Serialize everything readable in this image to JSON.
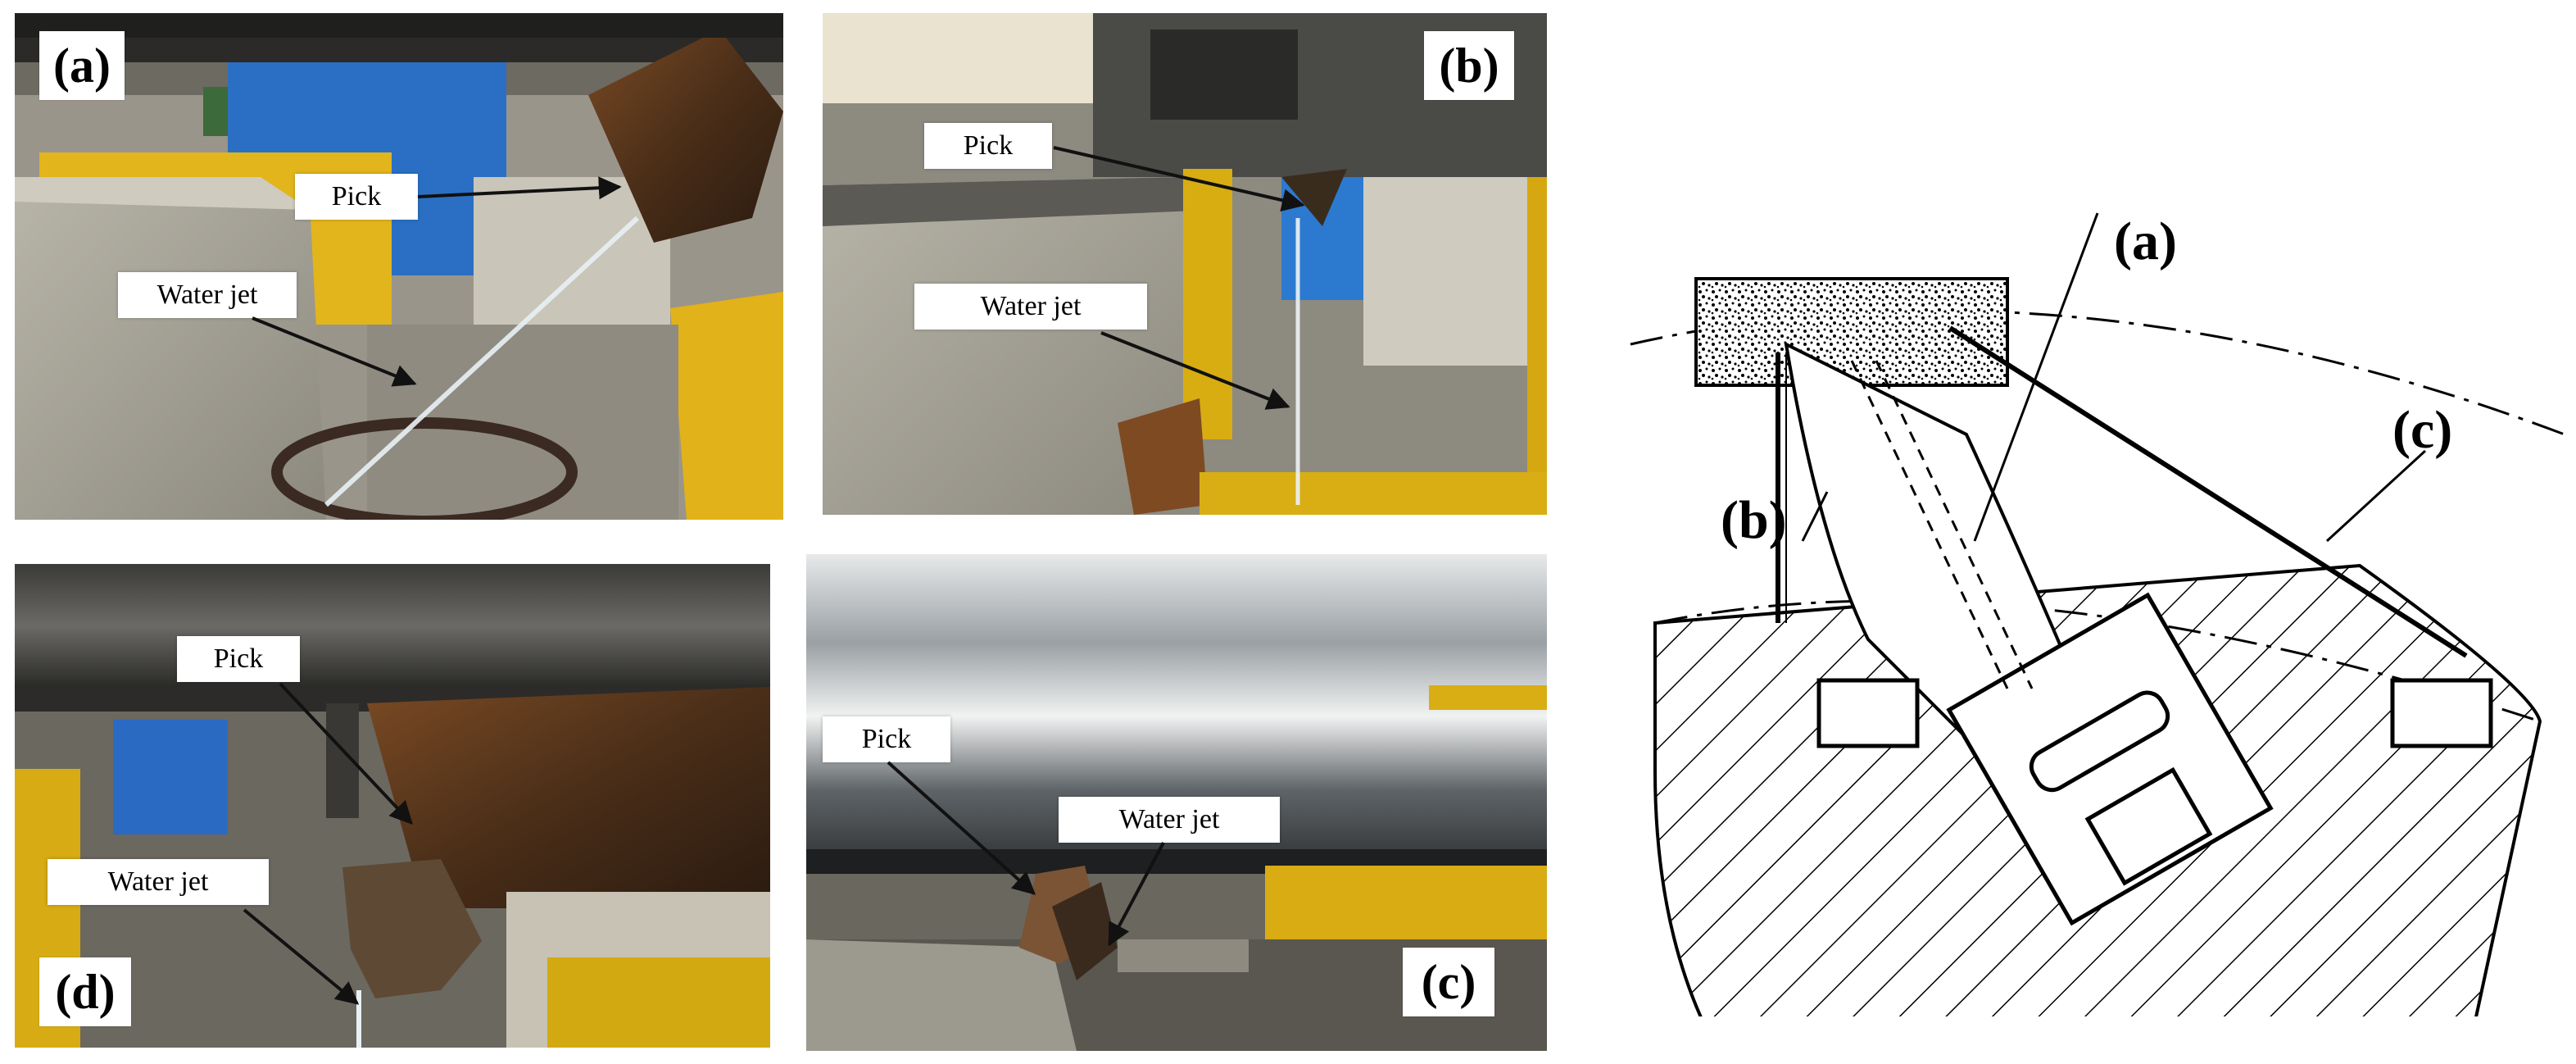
{
  "panels": {
    "a": {
      "tag": "(a)",
      "pick": "Pick",
      "water": "Water jet"
    },
    "b": {
      "tag": "(b)",
      "pick": "Pick",
      "water": "Water jet"
    },
    "c": {
      "tag": "(c)",
      "pick": "Pick",
      "water": "Water jet"
    },
    "d": {
      "tag": "(d)",
      "pick": "Pick",
      "water": "Water jet"
    }
  },
  "diagram": {
    "label_a": "(a)",
    "label_b": "(b)",
    "label_c": "(c)"
  }
}
